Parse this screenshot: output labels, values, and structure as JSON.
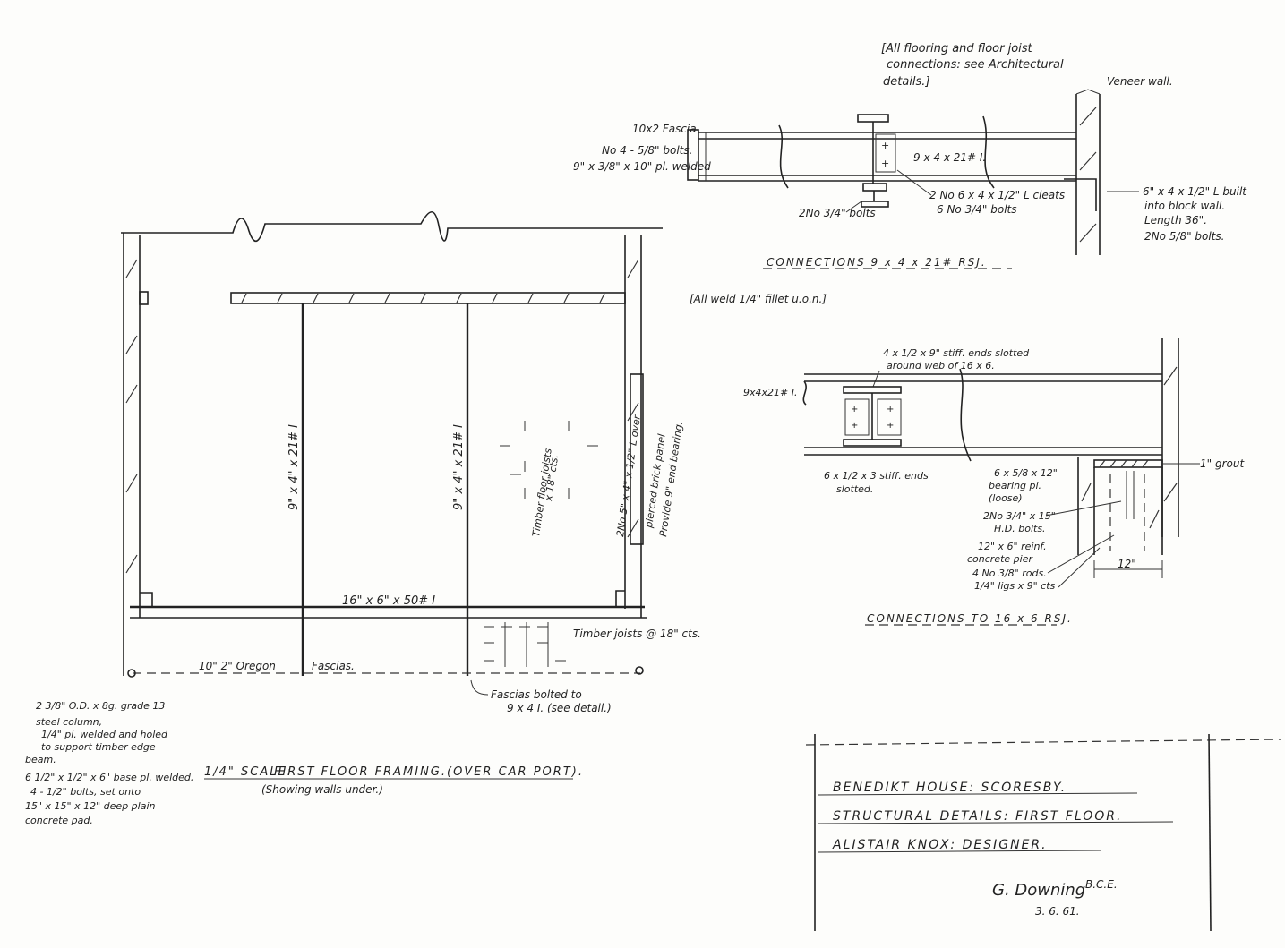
{
  "plan": {
    "title_scale": "1/4\" SCALE:",
    "title_text": "FIRST FLOOR FRAMING.(OVER CAR PORT).",
    "subtitle": "(Showing walls under.)",
    "beam_left": "9\" x 4\" x 21# I",
    "beam_mid": "9\" x 4\" x 21# I",
    "beam_bottom": "16\" x 6\" x 50# I",
    "joists_note_1": "Timber floor joists",
    "joists_note_2": "x 18\" cts.",
    "right_note_1": "2No 5\" x 4\" x 1/2\" L over",
    "right_note_2": "pierced brick panel",
    "right_note_3": "Provide 9\" end bearing.",
    "timber_joists": "Timber joists @ 18\" cts.",
    "fascia_label": "10\" 2\" Oregon",
    "fascia_label_2": "Fascias.",
    "fascia_bolted_1": "Fascias bolted to",
    "fascia_bolted_2": "9 x 4 I. (see detail.)",
    "column_note": [
      "2 3/8\" O.D. x 8g. grade 13",
      "steel column,",
      "1/4\" pl. welded and holed",
      "to support timber edge",
      "beam.",
      "6 1/2\" x 1/2\" x 6\" base pl. welded,",
      "4 - 1/2\" bolts, set onto",
      "15\" x 15\" x 12\" deep plain",
      "concrete pad."
    ]
  },
  "detail1": {
    "bracket_note": [
      "[All flooring and floor joist",
      "connections: see Architectural",
      "details.]"
    ],
    "veneer_wall": "Veneer wall.",
    "fascia": "10x2 Fascia",
    "bolts": "No 4 - 5/8\" bolts.",
    "plate": "9\" x 3/8\" x 10\" pl. welded",
    "beam": "9 x 4 x 21# I.",
    "bolts_2": "2No 3/4\" bolts",
    "cleats_1": "2 No 6 x 4 x 1/2\" L cleats",
    "cleats_2": "6 No 3/4\" bolts",
    "angle_1": "6\" x 4 x 1/2\" L built",
    "angle_2": "into block wall.",
    "angle_3": "Length 36\".",
    "angle_4": "2No 5/8\" bolts.",
    "caption": "CONNECTIONS 9 x 4 x 21# RSJ.",
    "weld_note": "[All weld 1/4\" fillet u.o.n.]"
  },
  "detail2": {
    "stiff_1": "4 x 1/2 x 9\" stiff. ends slotted",
    "stiff_2": "around web of 16 x 6.",
    "beam": "9x4x21# I.",
    "stiff_3": "6 x 1/2 x 3 stiff. ends",
    "stiff_4": "slotted.",
    "bearing_1": "6 x 5/8 x 12\"",
    "bearing_2": "bearing pl.",
    "bearing_3": "(loose)",
    "grout": "1\" grout",
    "hd_1": "2No 3/4\" x 15\"",
    "hd_2": "H.D. bolts.",
    "pier_1": "12\" x 6\" reinf.",
    "pier_2": "concrete pier",
    "pier_3": "4 No 3/8\" rods.",
    "pier_4": "1/4\" ligs x 9\" cts",
    "dim": "12\"",
    "caption": "CONNECTIONS TO 16 x 6 RSJ."
  },
  "title_block": {
    "line1": "BENEDIKT HOUSE: SCORESBY.",
    "line2": "STRUCTURAL DETAILS: FIRST FLOOR.",
    "line3": "ALISTAIR KNOX: DESIGNER.",
    "signature": "G. Downing",
    "sig_suffix": "B.C.E.",
    "date": "3. 6. 61."
  }
}
